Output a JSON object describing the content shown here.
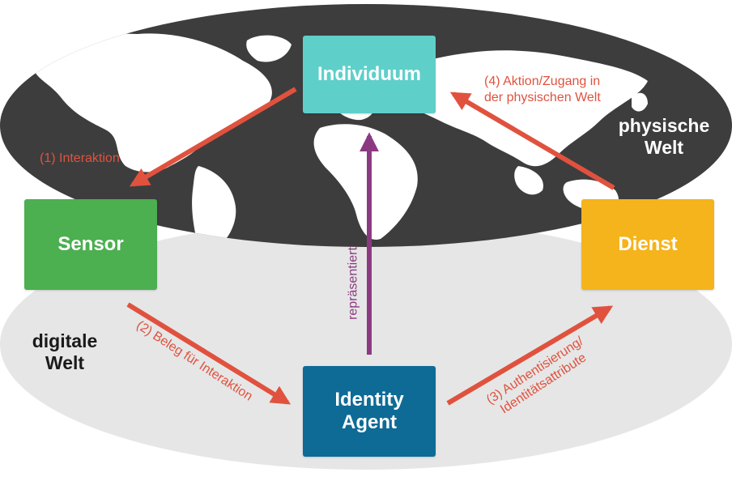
{
  "diagram": {
    "boxes": {
      "individuum": "Individuum",
      "sensor": "Sensor",
      "dienst": "Dienst",
      "agent_line1": "Identity",
      "agent_line2": "Agent"
    },
    "worlds": {
      "physical_line1": "physische",
      "physical_line2": "Welt",
      "digital_line1": "digitale",
      "digital_line2": "Welt"
    },
    "relations": {
      "interaction": "(1) Interaktion",
      "proof": "(2) Beleg für Interaktion",
      "auth_line1": "(3) Authentisierung/",
      "auth_line2": "Identitätsattribute",
      "action_line1": "(4) Aktion/Zugang in",
      "action_line2": "der physischen Welt",
      "represents": "repräsentiert"
    }
  },
  "colors": {
    "physical_world": "#3d3d3d",
    "digital_world": "#e6e6e6",
    "individuum": "#5fcfc9",
    "sensor": "#4caf50",
    "dienst": "#f5b31c",
    "agent": "#0e6b96",
    "flow_arrow": "#e0523e",
    "represents_arrow": "#8b3a82"
  }
}
